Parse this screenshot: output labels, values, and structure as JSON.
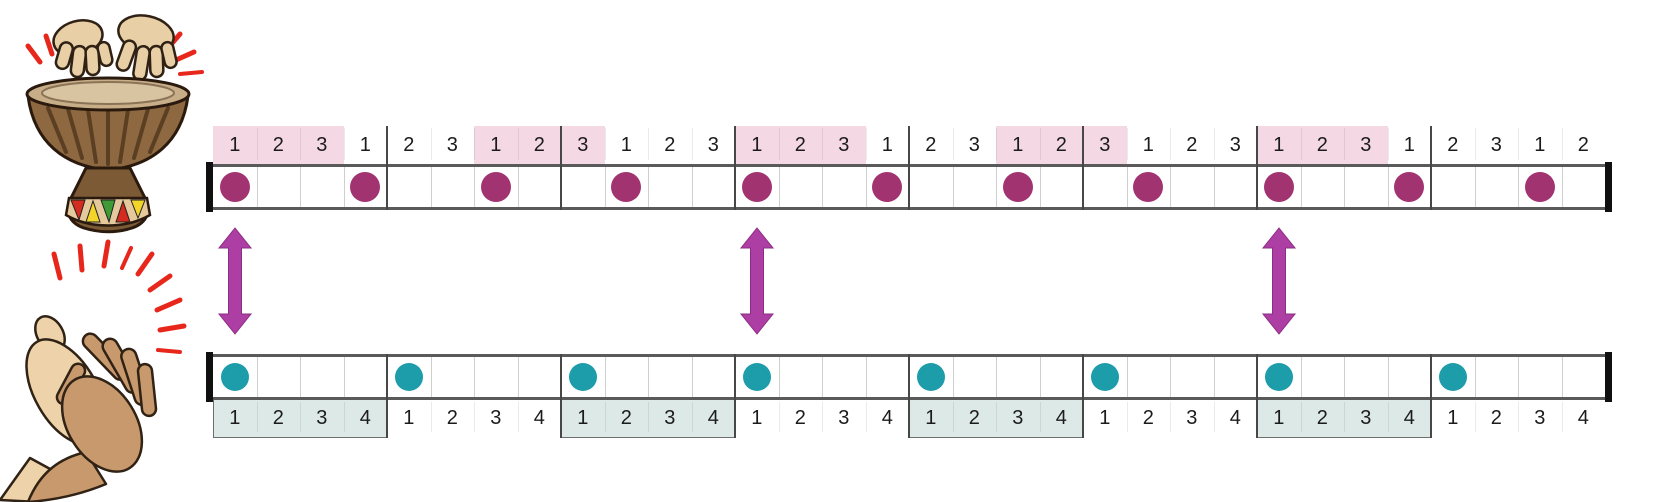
{
  "figure": {
    "kind": "three-against-four polyrhythm grid",
    "drum_icon": "djembe-drum-with-hands-icon",
    "clap_icon": "clapping-hands-icon"
  },
  "colors": {
    "drum_dot": "#a23371",
    "clap_dot": "#1d9caa",
    "drum_highlight": "#f4d9e4",
    "clap_highlight": "#dde9e7",
    "clap_highlight_border": "#6e6e6e",
    "arrow": "#ad3ea3",
    "arrow_edge": "#8c2d84",
    "staff_line": "#5a5a5a",
    "barline": "#474747",
    "cell_line": "#cfcfcf",
    "end_cap": "#101010",
    "impact_red": "#e7271b"
  },
  "top_strip": {
    "instrument": "drum",
    "group_size": 3,
    "cells": [
      {
        "num": "1",
        "hl": true,
        "dot": true
      },
      {
        "num": "2",
        "hl": true,
        "dot": false
      },
      {
        "num": "3",
        "hl": true,
        "dot": false
      },
      {
        "num": "1",
        "hl": false,
        "dot": true
      },
      {
        "num": "2",
        "hl": false,
        "dot": false
      },
      {
        "num": "3",
        "hl": false,
        "dot": false
      },
      {
        "num": "1",
        "hl": true,
        "dot": true
      },
      {
        "num": "2",
        "hl": true,
        "dot": false
      },
      {
        "num": "3",
        "hl": true,
        "dot": false
      },
      {
        "num": "1",
        "hl": false,
        "dot": true
      },
      {
        "num": "2",
        "hl": false,
        "dot": false
      },
      {
        "num": "3",
        "hl": false,
        "dot": false
      },
      {
        "num": "1",
        "hl": true,
        "dot": true
      },
      {
        "num": "2",
        "hl": true,
        "dot": false
      },
      {
        "num": "3",
        "hl": true,
        "dot": false
      },
      {
        "num": "1",
        "hl": false,
        "dot": true
      },
      {
        "num": "2",
        "hl": false,
        "dot": false
      },
      {
        "num": "3",
        "hl": false,
        "dot": false
      },
      {
        "num": "1",
        "hl": true,
        "dot": true
      },
      {
        "num": "2",
        "hl": true,
        "dot": false
      },
      {
        "num": "3",
        "hl": true,
        "dot": false
      },
      {
        "num": "1",
        "hl": false,
        "dot": true
      },
      {
        "num": "2",
        "hl": false,
        "dot": false
      },
      {
        "num": "3",
        "hl": false,
        "dot": false
      },
      {
        "num": "1",
        "hl": true,
        "dot": true
      },
      {
        "num": "2",
        "hl": true,
        "dot": false
      },
      {
        "num": "3",
        "hl": true,
        "dot": false
      },
      {
        "num": "1",
        "hl": false,
        "dot": true
      },
      {
        "num": "2",
        "hl": false,
        "dot": false
      },
      {
        "num": "3",
        "hl": false,
        "dot": false
      },
      {
        "num": "1",
        "hl": false,
        "dot": true
      },
      {
        "num": "2",
        "hl": false,
        "dot": false
      }
    ]
  },
  "bottom_strip": {
    "instrument": "claps",
    "group_size": 4,
    "cells": [
      {
        "num": "1",
        "hl": true,
        "dot": true
      },
      {
        "num": "2",
        "hl": true,
        "dot": false
      },
      {
        "num": "3",
        "hl": true,
        "dot": false
      },
      {
        "num": "4",
        "hl": true,
        "dot": false
      },
      {
        "num": "1",
        "hl": false,
        "dot": true
      },
      {
        "num": "2",
        "hl": false,
        "dot": false
      },
      {
        "num": "3",
        "hl": false,
        "dot": false
      },
      {
        "num": "4",
        "hl": false,
        "dot": false
      },
      {
        "num": "1",
        "hl": true,
        "dot": true
      },
      {
        "num": "2",
        "hl": true,
        "dot": false
      },
      {
        "num": "3",
        "hl": true,
        "dot": false
      },
      {
        "num": "4",
        "hl": true,
        "dot": false
      },
      {
        "num": "1",
        "hl": false,
        "dot": true
      },
      {
        "num": "2",
        "hl": false,
        "dot": false
      },
      {
        "num": "3",
        "hl": false,
        "dot": false
      },
      {
        "num": "4",
        "hl": false,
        "dot": false
      },
      {
        "num": "1",
        "hl": true,
        "dot": true
      },
      {
        "num": "2",
        "hl": true,
        "dot": false
      },
      {
        "num": "3",
        "hl": true,
        "dot": false
      },
      {
        "num": "4",
        "hl": true,
        "dot": false
      },
      {
        "num": "1",
        "hl": false,
        "dot": true
      },
      {
        "num": "2",
        "hl": false,
        "dot": false
      },
      {
        "num": "3",
        "hl": false,
        "dot": false
      },
      {
        "num": "4",
        "hl": false,
        "dot": false
      },
      {
        "num": "1",
        "hl": true,
        "dot": true
      },
      {
        "num": "2",
        "hl": true,
        "dot": false
      },
      {
        "num": "3",
        "hl": true,
        "dot": false
      },
      {
        "num": "4",
        "hl": true,
        "dot": false
      },
      {
        "num": "1",
        "hl": false,
        "dot": true
      },
      {
        "num": "2",
        "hl": false,
        "dot": false
      },
      {
        "num": "3",
        "hl": false,
        "dot": false
      },
      {
        "num": "4",
        "hl": false,
        "dot": false
      }
    ]
  },
  "arrows": {
    "aligned_cells": [
      1,
      13,
      25
    ]
  },
  "grid": {
    "cells_per_strip": 32,
    "barline_every": 4
  }
}
